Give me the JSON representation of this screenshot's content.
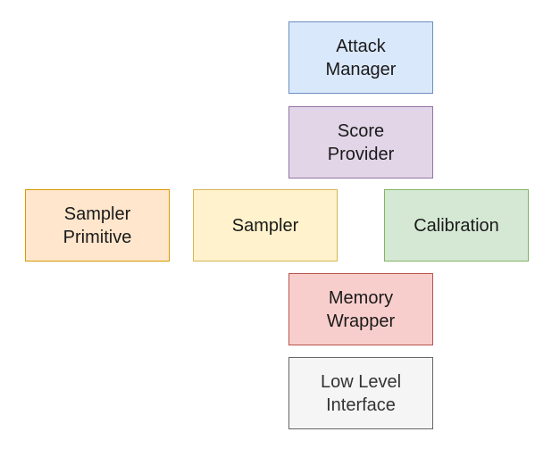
{
  "boxes": {
    "attack_manager": {
      "label": "Attack\nManager",
      "fill": "#dae8fc",
      "stroke": "#6c8ebf"
    },
    "score_provider": {
      "label": "Score\nProvider",
      "fill": "#e1d5e7",
      "stroke": "#9673a6"
    },
    "sampler_primitive": {
      "label": "Sampler\nPrimitive",
      "fill": "#ffe6cc",
      "stroke": "#d79b00"
    },
    "sampler": {
      "label": "Sampler",
      "fill": "#fff2cc",
      "stroke": "#d6b656"
    },
    "calibration": {
      "label": "Calibration",
      "fill": "#d5e8d4",
      "stroke": "#82b366"
    },
    "memory_wrapper": {
      "label": "Memory\nWrapper",
      "fill": "#f8cecc",
      "stroke": "#b85450"
    },
    "low_level_interface": {
      "label": "Low Level\nInterface",
      "fill": "#f5f5f5",
      "stroke": "#666666"
    }
  }
}
